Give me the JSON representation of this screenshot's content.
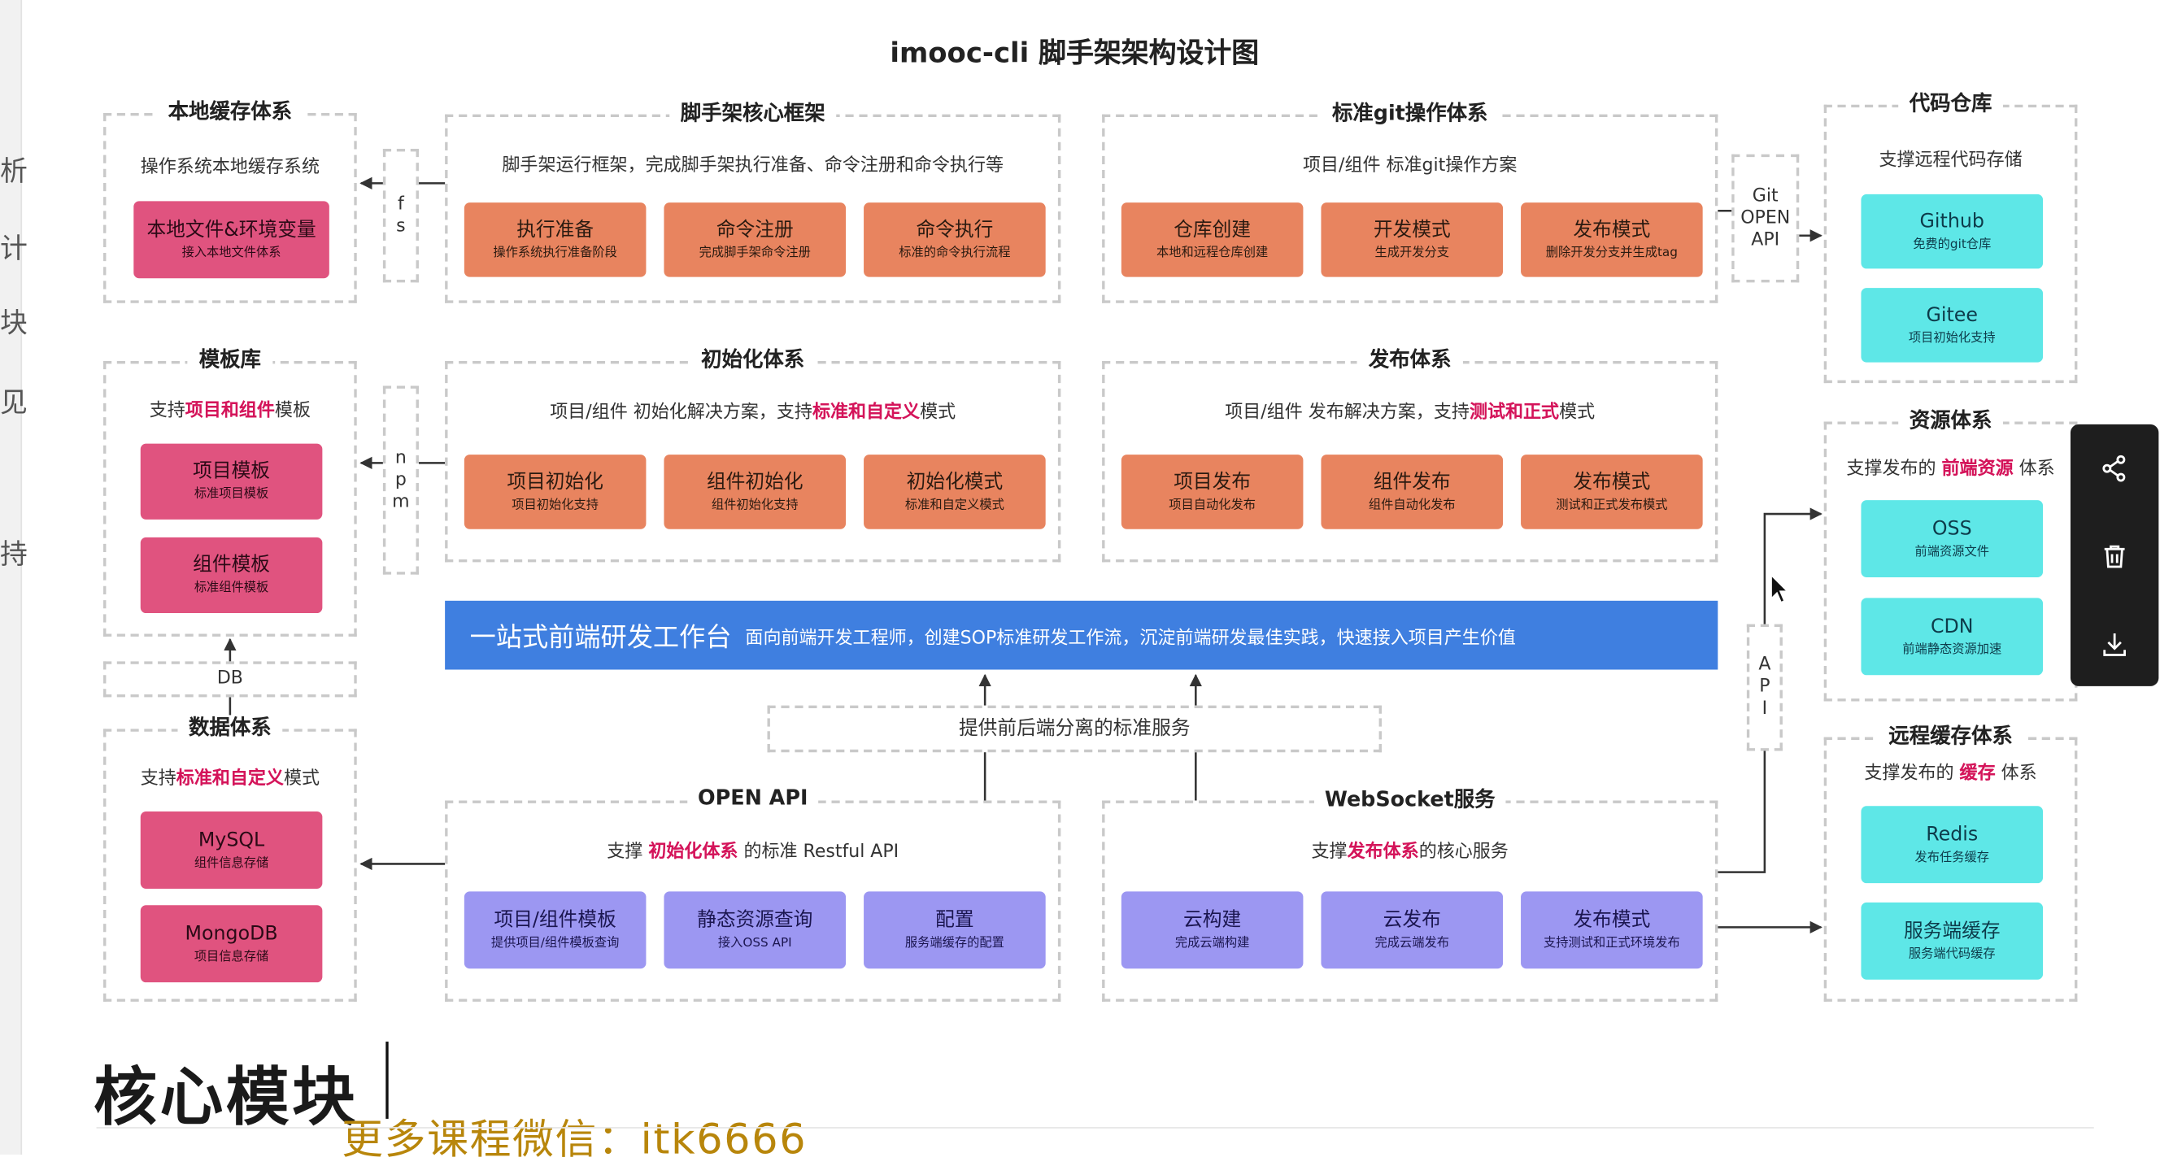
{
  "title": "imooc-cli 脚手架架构设计图",
  "edge_chars": [
    "析",
    "计",
    "块",
    "见",
    "持"
  ],
  "panels": {
    "local_cache": {
      "title": "本地缓存体系",
      "desc": "操作系统本地缓存系统",
      "boxes": [
        {
          "t": "本地文件&环境变量",
          "s": "接入本地文件体系"
        }
      ]
    },
    "core_framework": {
      "title": "脚手架核心框架",
      "desc": "脚手架运行框架，完成脚手架执行准备、命令注册和命令执行等",
      "boxes": [
        {
          "t": "执行准备",
          "s": "操作系统执行准备阶段"
        },
        {
          "t": "命令注册",
          "s": "完成脚手架命令注册"
        },
        {
          "t": "命令执行",
          "s": "标准的命令执行流程"
        }
      ]
    },
    "git_ops": {
      "title": "标准git操作体系",
      "desc": "项目/组件 标准git操作方案",
      "boxes": [
        {
          "t": "仓库创建",
          "s": "本地和远程仓库创建"
        },
        {
          "t": "开发模式",
          "s": "生成开发分支"
        },
        {
          "t": "发布模式",
          "s": "删除开发分支并生成tag"
        }
      ]
    },
    "code_repo": {
      "title": "代码仓库",
      "desc": "支撑远程代码存储",
      "boxes": [
        {
          "t": "Github",
          "s": "免费的git仓库"
        },
        {
          "t": "Gitee",
          "s": "项目初始化支持"
        }
      ]
    },
    "template_lib": {
      "title": "模板库",
      "desc_pre": "支持",
      "desc_hl": "项目和组件",
      "desc_post": "模板",
      "boxes": [
        {
          "t": "项目模板",
          "s": "标准项目模板"
        },
        {
          "t": "组件模板",
          "s": "标准组件模板"
        }
      ]
    },
    "init_system": {
      "title": "初始化体系",
      "desc_pre": "项目/组件 初始化解决方案，支持",
      "desc_hl": "标准和自定义",
      "desc_post": "模式",
      "boxes": [
        {
          "t": "项目初始化",
          "s": "项目初始化支持"
        },
        {
          "t": "组件初始化",
          "s": "组件初始化支持"
        },
        {
          "t": "初始化模式",
          "s": "标准和自定义模式"
        }
      ]
    },
    "publish_system": {
      "title": "发布体系",
      "desc_pre": "项目/组件 发布解决方案，支持",
      "desc_hl": "测试和正式",
      "desc_post": "模式",
      "boxes": [
        {
          "t": "项目发布",
          "s": "项目自动化发布"
        },
        {
          "t": "组件发布",
          "s": "组件自动化发布"
        },
        {
          "t": "发布模式",
          "s": "测试和正式发布模式"
        }
      ]
    },
    "resource_system": {
      "title": "资源体系",
      "desc_pre": "支撑发布的 ",
      "desc_hl": "前端资源",
      "desc_post": " 体系",
      "boxes": [
        {
          "t": "OSS",
          "s": "前端资源文件"
        },
        {
          "t": "CDN",
          "s": "前端静态资源加速"
        }
      ]
    },
    "data_system": {
      "title": "数据体系",
      "desc_pre": "支持",
      "desc_hl": "标准和自定义",
      "desc_post": "模式",
      "boxes": [
        {
          "t": "MySQL",
          "s": "组件信息存储"
        },
        {
          "t": "MongoDB",
          "s": "项目信息存储"
        }
      ]
    },
    "open_api": {
      "title": "OPEN API",
      "desc_pre": "支撑 ",
      "desc_hl": "初始化体系",
      "desc_post": " 的标准 Restful API",
      "boxes": [
        {
          "t": "项目/组件模板",
          "s": "提供项目/组件模板查询"
        },
        {
          "t": "静态资源查询",
          "s": "接入OSS API"
        },
        {
          "t": "配置",
          "s": "服务端缓存的配置"
        }
      ]
    },
    "websocket": {
      "title": "WebSocket服务",
      "desc_pre": "支撑",
      "desc_hl": "发布体系",
      "desc_post": "的核心服务",
      "boxes": [
        {
          "t": "云构建",
          "s": "完成云端构建"
        },
        {
          "t": "云发布",
          "s": "完成云端发布"
        },
        {
          "t": "发布模式",
          "s": "支持测试和正式环境发布"
        }
      ]
    },
    "remote_cache": {
      "title": "远程缓存体系",
      "desc_pre": "支撑发布的 ",
      "desc_hl": "缓存",
      "desc_post": " 体系",
      "boxes": [
        {
          "t": "Redis",
          "s": "发布任务缓存"
        },
        {
          "t": "服务端缓存",
          "s": "服务端代码缓存"
        }
      ]
    }
  },
  "connectors": {
    "fs": "f\ns",
    "npm": "n\np\nm",
    "git_api": "Git\nOPEN\nAPI",
    "api": "A\nP\nI",
    "db": "DB"
  },
  "banner": {
    "main": "一站式前端研发工作台",
    "sub": "面向前端开发工程师，创建SOP标准研发工作流，沉淀前端研发最佳实践，快速接入项目产生价值"
  },
  "service": "提供前后端分离的标准服务",
  "heading": "核心模块",
  "promo": "更多课程微信：itk6666",
  "colors": {
    "orange": "#e8845f",
    "pink": "#e0537f",
    "cyan": "#5ee7e7",
    "violet": "#9c97f2",
    "banner": "#3f7fe0",
    "highlight": "#d4145a"
  },
  "sidebar": {
    "icons": [
      "share-icon",
      "trash-icon",
      "download-icon"
    ]
  }
}
